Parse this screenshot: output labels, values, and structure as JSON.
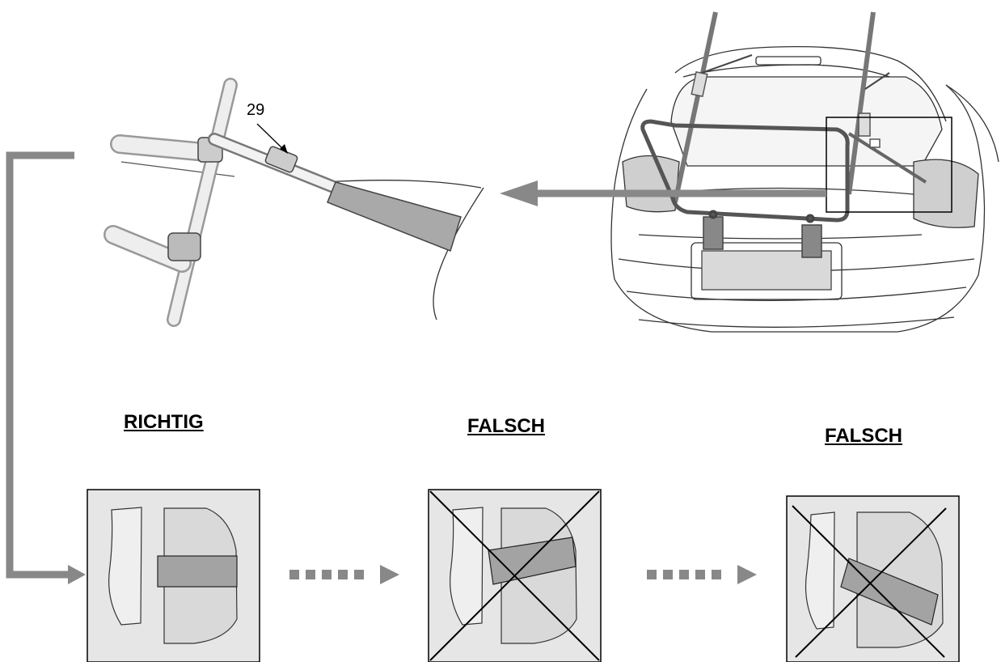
{
  "callout_label": "29",
  "labels": {
    "correct": "RICHTIG",
    "wrong_1": "FALSCH",
    "wrong_2": "FALSCH"
  },
  "colors": {
    "arrow": "#888888",
    "panel_bg": "#e6e6e6",
    "strap": "#999999",
    "line": "#000000"
  }
}
